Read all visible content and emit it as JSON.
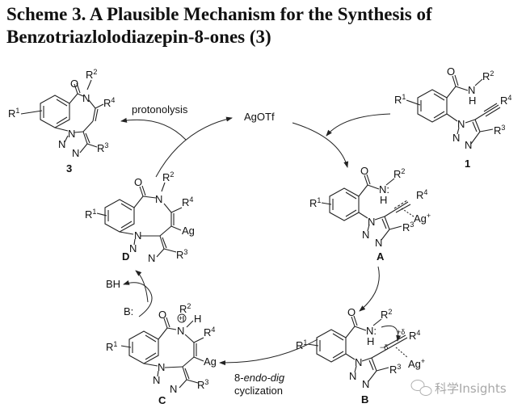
{
  "title": {
    "line1": "Scheme 3. A Plausible Mechanism for the Synthesis of",
    "line2": "Benzotriazlolodiazepin-8-ones (3)"
  },
  "reagents": {
    "catalyst": "AgOTf",
    "base": "B:",
    "conjugate_acid": "BH"
  },
  "steps": {
    "protonolysis": "protonolysis",
    "cyclization_prefix": "8-",
    "cyclization_italic": "endo-dig",
    "cyclization_line2": "cyclization"
  },
  "compounds": {
    "product": "3",
    "starting": "1",
    "A": "A",
    "B": "B",
    "C": "C",
    "D": "D"
  },
  "atoms": {
    "O": "O",
    "N": "N",
    "H": "H",
    "R": "R",
    "Ag": "Ag",
    "Ag_plus": "Ag",
    "plus": "+",
    "charge_plus": "⊕",
    "lone_pair": ":",
    "delta_plus": "+δ",
    "delta_minus": "−δ",
    "r1": "1",
    "r2": "2",
    "r3": "3",
    "r4": "4"
  },
  "watermark": {
    "text": "科学Insights",
    "icon": "wechat-icon"
  }
}
